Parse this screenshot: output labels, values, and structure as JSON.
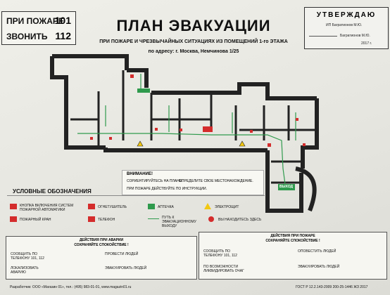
{
  "header": {
    "fire_label": "ПРИ ПОЖАРЕ",
    "fire_number": "101",
    "call_label": "ЗВОНИТЬ",
    "call_number": "112",
    "title": "ПЛАН ЭВАКУАЦИИ",
    "subtitle": "ПРИ ПОЖАРЕ И ЧРЕЗВЫЧАЙНЫХ СИТУАЦИЯХ ИЗ ПОМЕЩЕНИЙ 1-го ЭТАЖА",
    "address": "по адресу: г. Москва, Немчинова 1/25"
  },
  "approval": {
    "title": "УТВЕРЖДАЮ",
    "line1": "ИП Багратионов М.Ю.",
    "line2": "Багратионов М.Ю.",
    "year": "2017 г."
  },
  "plan": {
    "exit_label": "ВЫХОД"
  },
  "attention": {
    "title": "ВНИМАНИЕ!",
    "line1": "СОРИЕНТИРУЙТЕСЬ НА ПЛАНЕ.",
    "line2": "ОПРЕДЕЛИТЕ СВОЕ МЕСТОНАХОЖДЕНИЕ.",
    "line3": "ПРИ ПОЖАРЕ ДЕЙСТВУЙТЕ ПО ИНСТРУКЦИИ."
  },
  "legend": {
    "title": "УСЛОВНЫЕ ОБОЗНАЧЕНИЯ",
    "items": [
      "КНОПКА ВКЛЮЧЕНИЯ СИСТЕМ ПОЖАРНОЙ АВТОМАТИКИ",
      "ОГНЕТУШИТЕЛЬ",
      "АПТЕЧКА",
      "ЭЛЕКТРОЩИТ",
      "ПОЖАРНЫЙ КРАН",
      "ТЕЛЕФОН",
      "ПУТЬ К ЭВАКУАЦИОННОМУ ВЫХОДУ",
      "ВЫ НАХОДИТЕСЬ ЗДЕСЬ"
    ]
  },
  "actions_accident": {
    "title": "ДЕЙСТВИЯ ПРИ АВАРИИ",
    "subtitle": "СОХРАНЯЙТЕ СПОКОЙСТВИЕ !",
    "steps": [
      "СООБЩИТЬ ПО ТЕЛЕФОНУ 101, 112",
      "ПРОВЕСТИ ЛЮДЕЙ",
      "ЛОКАЛИЗОВАТЬ АВАРИЮ",
      "ЭВАКУИРОВАТЬ ЛЮДЕЙ"
    ]
  },
  "actions_fire": {
    "title": "ДЕЙСТВИЯ ПРИ ПОЖАРЕ",
    "subtitle": "СОХРАНЯЙТЕ СПОКОЙСТВИЕ !",
    "steps": [
      "СООБЩИТЬ ПО ТЕЛЕФОНУ 101, 112",
      "ОПОВЕСТИТЬ ЛЮДЕЙ",
      "ПО ВОЗМОЖНОСТИ ЛИКВИДИРОВАТЬ ОЧАГ",
      "ЭВАКУИРОВАТЬ ЛЮДЕЙ"
    ]
  },
  "footer": {
    "developer": "Разработчик: ООО «Магазин 01», тел.: (495) 983-01-01, www.magazin01.ru",
    "gost": "ГОСТ Р 12.2.143-2009  200-25-1446 ЖЗ 2017"
  },
  "colors": {
    "red": "#d42c2c",
    "green": "#2f9a4d"
  }
}
